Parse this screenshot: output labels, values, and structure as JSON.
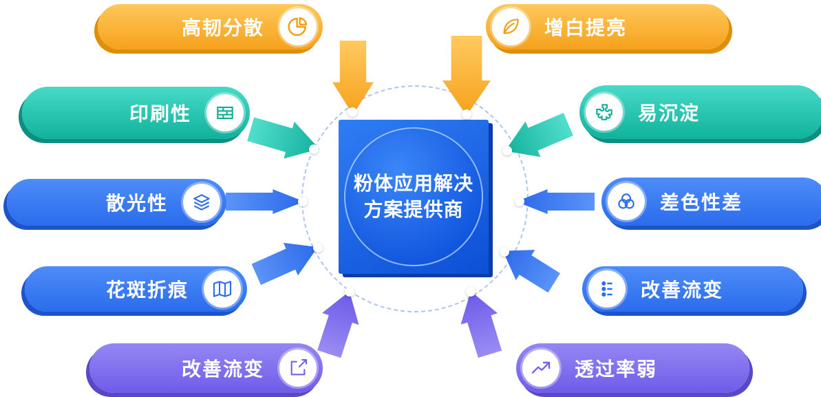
{
  "center": {
    "line1": "粉体应用解决",
    "line2": "方案提供商"
  },
  "left_items": [
    {
      "label": "高韧分散",
      "icon": "pie-chart-icon",
      "color": "#F5A11C"
    },
    {
      "label": "印刷性",
      "icon": "print-plate-icon",
      "color": "#10B29C"
    },
    {
      "label": "散光性",
      "icon": "layers-icon",
      "color": "#2A6CEC"
    },
    {
      "label": "花斑折痕",
      "icon": "map-icon",
      "color": "#2A6CEC"
    },
    {
      "label": "改善流变",
      "icon": "edit-arrow-icon",
      "color": "#6F5CE8"
    }
  ],
  "right_items": [
    {
      "label": "增白提亮",
      "icon": "leaf-icon",
      "color": "#F5A11C"
    },
    {
      "label": "易沉淀",
      "icon": "puzzle-icon",
      "color": "#10B29C"
    },
    {
      "label": "差色性差",
      "icon": "overlap-circles-icon",
      "color": "#2A6CEC"
    },
    {
      "label": "改善流变",
      "icon": "sliders-icon",
      "color": "#2A6CEC"
    },
    {
      "label": "透过率弱",
      "icon": "trend-up-icon",
      "color": "#6F5CE8"
    }
  ],
  "palette": {
    "orange": "#F5A11C",
    "teal": "#10B29C",
    "blue": "#2A6CEC",
    "purple": "#6F5CE8",
    "center_blue": "#1157DE"
  }
}
